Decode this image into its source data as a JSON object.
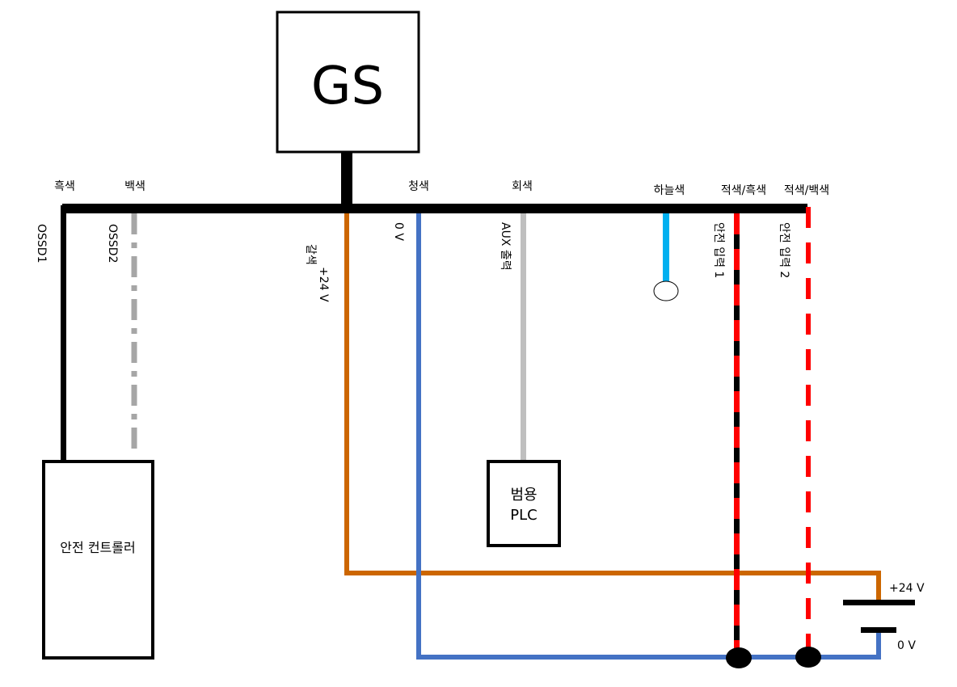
{
  "device": {
    "label": "GS"
  },
  "wires": [
    {
      "id": "ossd1",
      "color_name": "흑색",
      "signal": "OSSD1",
      "color": "#000000",
      "style": "solid"
    },
    {
      "id": "ossd2",
      "color_name": "백색",
      "signal": "OSSD2",
      "color": "#a6a6a6",
      "style": "dash-dot"
    },
    {
      "id": "power",
      "color_name": "갈색",
      "signal": "+24 V",
      "color": "#cc6600",
      "style": "solid"
    },
    {
      "id": "ground",
      "color_name": "청색",
      "signal": "0 V",
      "color": "#4472c4",
      "style": "solid"
    },
    {
      "id": "aux",
      "color_name": "회색",
      "signal": "AUX 출력",
      "color": "#bfbfbf",
      "style": "solid"
    },
    {
      "id": "skyblue",
      "color_name": "하늘색",
      "signal": "",
      "color": "#00b0f0",
      "style": "solid"
    },
    {
      "id": "safety1",
      "color_name": "적색/흑색",
      "signal": "안전 입력 1",
      "color": "#ff0000",
      "style": "red-black"
    },
    {
      "id": "safety2",
      "color_name": "적색/백색",
      "signal": "안전 입력 2",
      "color": "#ff0000",
      "style": "dashed"
    }
  ],
  "components": {
    "controller": "안전 컨트롤러",
    "plc_line1": "범용",
    "plc_line2": "PLC"
  },
  "supply": {
    "positive": "+24 V",
    "negative": "0 V"
  }
}
